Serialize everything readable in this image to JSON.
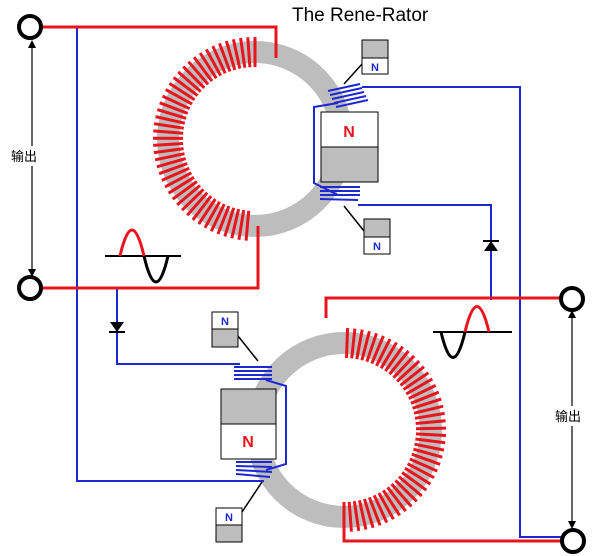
{
  "title": "The Rene-Rator",
  "output_label_left": "输出",
  "output_label_right": "输出",
  "magnet_label": "N",
  "colors": {
    "primary_wire": "#e8141e",
    "secondary_wire": "#1e28d2",
    "core": "#bdbdbd",
    "terminal": "#000000"
  }
}
